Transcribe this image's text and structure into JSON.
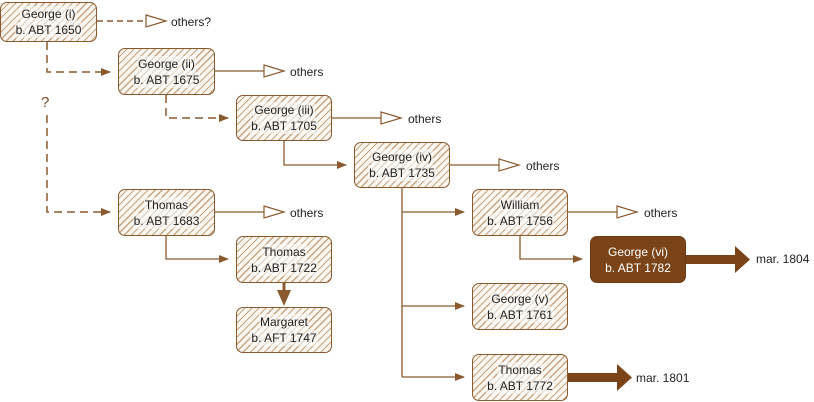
{
  "nodes": [
    {
      "id": "george-i",
      "name": "George (i)",
      "date": "b. ABT 1650"
    },
    {
      "id": "george-ii",
      "name": "George (ii)",
      "date": "b. ABT 1675"
    },
    {
      "id": "george-iii",
      "name": "George (iii)",
      "date": "b. ABT 1705"
    },
    {
      "id": "george-iv",
      "name": "George (iv)",
      "date": "b. ABT 1735"
    },
    {
      "id": "thomas-1683",
      "name": "Thomas",
      "date": "b. ABT 1683"
    },
    {
      "id": "thomas-1722",
      "name": "Thomas",
      "date": "b. ABT 1722"
    },
    {
      "id": "margaret",
      "name": "Margaret",
      "date": "b. AFT 1747"
    },
    {
      "id": "william",
      "name": "William",
      "date": "b. ABT 1756"
    },
    {
      "id": "george-vi",
      "name": "George (vi)",
      "date": "b. ABT 1782"
    },
    {
      "id": "george-v",
      "name": "George (v)",
      "date": "b. ABT 1761"
    },
    {
      "id": "thomas-1772",
      "name": "Thomas",
      "date": "b. ABT 1772"
    }
  ],
  "labels": {
    "others_uncertain": "others?",
    "others": "others",
    "uncertain": "?",
    "mar_1804": "mar. 1804",
    "mar_1801": "mar. 1801"
  },
  "colors": {
    "line": "#8a5a2e",
    "thick_arrow": "#7a4418",
    "highlight": "#7a4418",
    "hatch": "#c6a585"
  }
}
